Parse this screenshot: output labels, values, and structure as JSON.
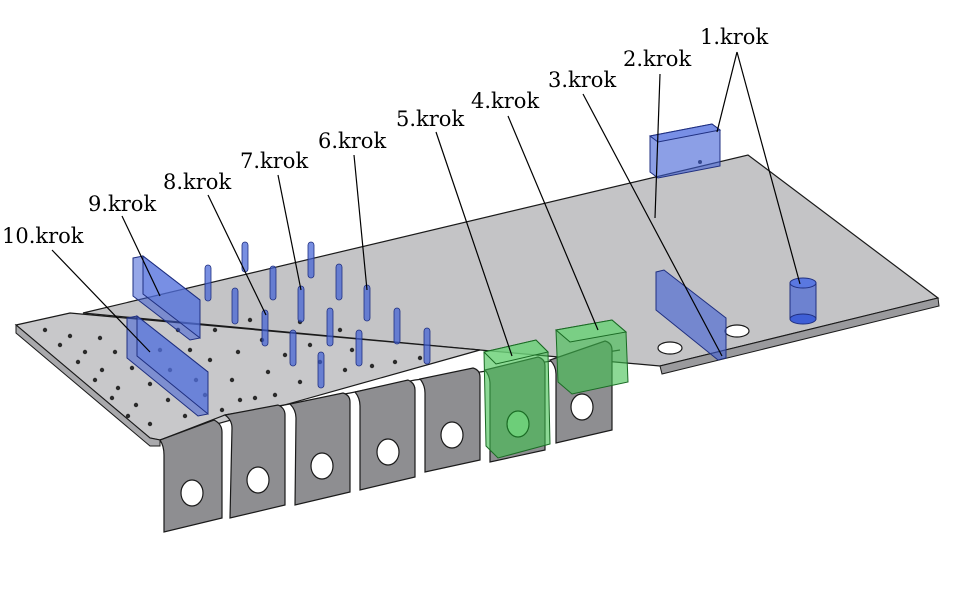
{
  "diagram": {
    "steps": [
      {
        "label": "1.krok"
      },
      {
        "label": "2.krok"
      },
      {
        "label": "3.krok"
      },
      {
        "label": "4.krok"
      },
      {
        "label": "5.krok"
      },
      {
        "label": "6.krok"
      },
      {
        "label": "7.krok"
      },
      {
        "label": "8.krok"
      },
      {
        "label": "9.krok"
      },
      {
        "label": "10.krok"
      }
    ],
    "colors": {
      "plate": "#bdbdbf",
      "plate_top": "#c4c4c6",
      "plate_edge": "#8f8f92",
      "tab_face": "#8e8e91",
      "blue_part": "#3f5fd6",
      "green_part": "#3fbf4f",
      "outline": "#1a1a1a"
    }
  }
}
